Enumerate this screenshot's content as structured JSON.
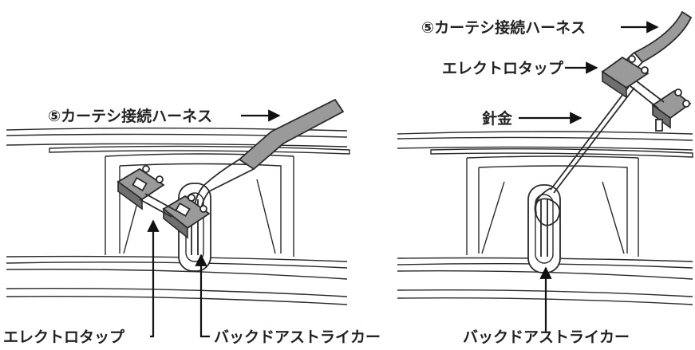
{
  "left_panel": {
    "harness_label": "⑤カーテシ接続ハーネス",
    "tap_label": "エレクトロタップ",
    "striker_label": "バックドアストライカー"
  },
  "right_panel": {
    "harness_label": "⑤カーテシ接続ハーネス",
    "tap_label": "エレクトロタップ",
    "wire_label": "針金",
    "striker_label": "バックドアストライカー"
  },
  "colors": {
    "line": "#2a2a2a",
    "harness_fill": "#9a9a9a",
    "tap_fill": "#9a9a9a"
  }
}
